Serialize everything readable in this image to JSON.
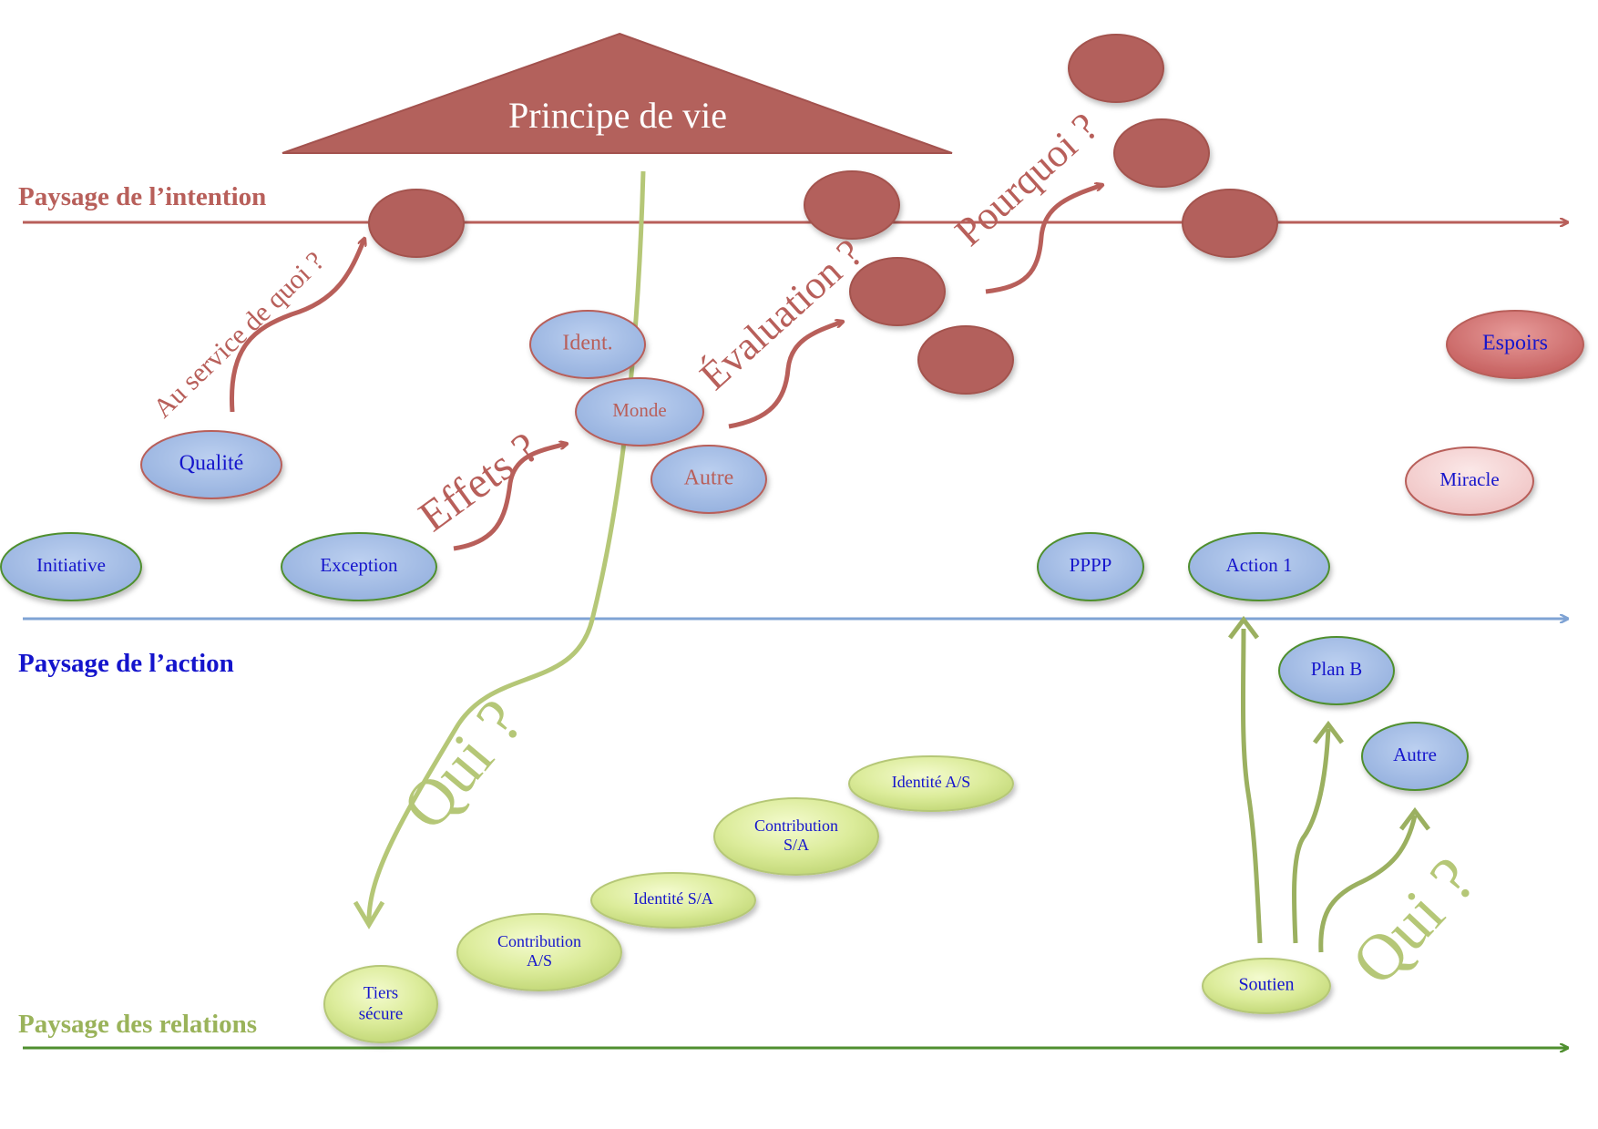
{
  "diagram": {
    "roof_label": "Principe de vie",
    "landscapes": {
      "intention": "Paysage de l’intention",
      "action": "Paysage de l’action",
      "relations": "Paysage des relations"
    },
    "questions": {
      "au_service": "Au service de quoi ?",
      "effets": "Effets ?",
      "evaluation": "Évaluation ?",
      "pourquoi": "Pourquoi ?",
      "qui_left": "Qui ?",
      "qui_right": "Qui ?"
    },
    "nodes": {
      "ident": "Ident.",
      "monde": "Monde",
      "autre_top": "Autre",
      "qualite": "Qualité",
      "espoirs": "Espoirs",
      "miracle": "Miracle",
      "initiative": "Initiative",
      "exception": "Exception",
      "pppp": "PPPP",
      "action1": "Action 1",
      "plan_b": "Plan B",
      "autre_bottom": "Autre",
      "identite_as": "Identité A/S",
      "contribution_sa_1": "Contribution",
      "contribution_sa_2": "S/A",
      "identite_sa": "Identité S/A",
      "contribution_as_1": "Contribution",
      "contribution_as_2": "A/S",
      "tiers_1": "Tiers",
      "tiers_2": "sécure",
      "soutien": "Soutien"
    },
    "colors": {
      "intention": "#b85f5a",
      "intention_dark": "#a8504c",
      "action_line": "#7fa3d4",
      "action_text": "#1414cc",
      "relations_line": "#4f8f2f",
      "relations_text": "#9ab35a",
      "blue_fill": "#a3bbe3",
      "green_fill": "#d9eb96",
      "olive": "#b5c777"
    }
  }
}
